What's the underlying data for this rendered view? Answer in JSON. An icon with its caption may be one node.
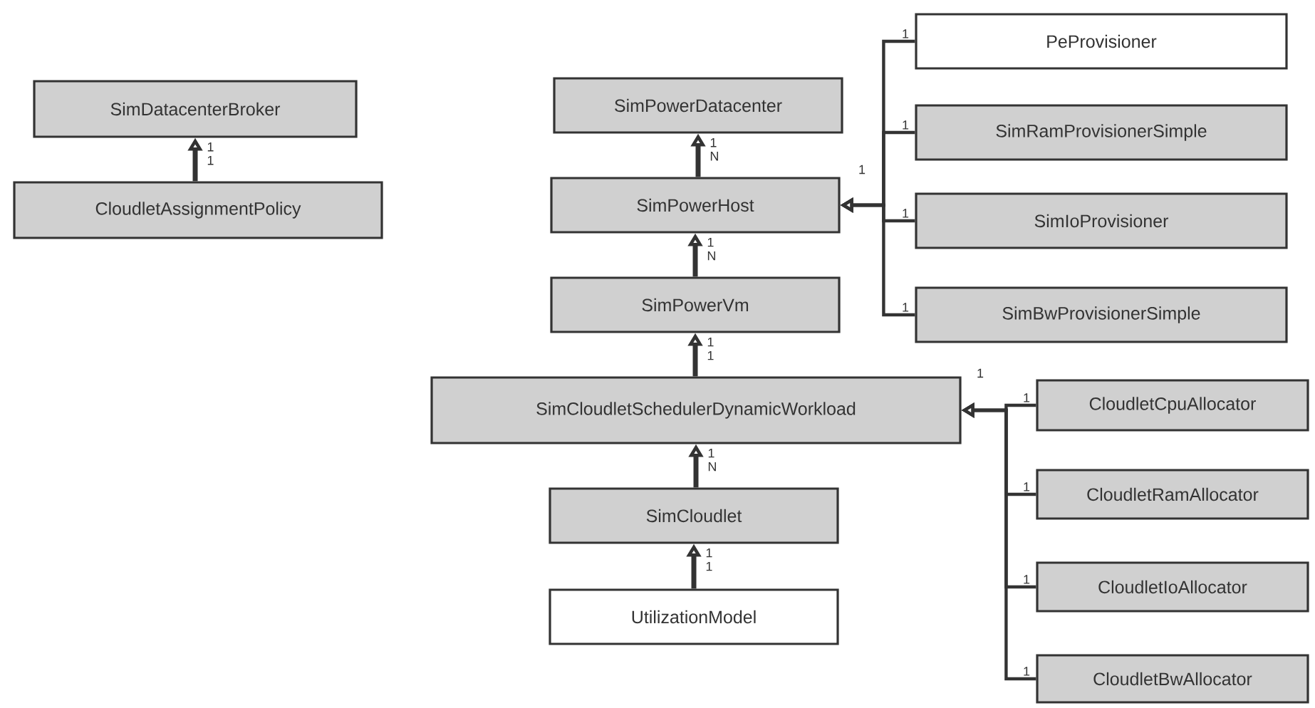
{
  "diagram": {
    "nodes": [
      {
        "text": [
          "SimDatacenterBroker"
        ]
      },
      {
        "text": [
          "CloudletAssignmentPolicy"
        ]
      },
      {
        "text": [
          "SimPowerDatacenter"
        ]
      },
      {
        "text": [
          "SimPowerHost"
        ]
      },
      {
        "text": [
          "SimPowerVm"
        ]
      },
      {
        "text": [
          "SimCloudletSchedulerDynamicWorkload"
        ]
      },
      {
        "text": [
          "SimCloudlet"
        ]
      },
      {
        "text": [
          "UtilizationModel"
        ]
      },
      {
        "text": [
          "PeProvisioner"
        ]
      },
      {
        "text": [
          "SimRamProvisionerSimple"
        ]
      },
      {
        "text": [
          "SimIoProvisioner"
        ]
      },
      {
        "text": [
          "SimBwProvisionerSimple"
        ]
      },
      {
        "text": [
          "CloudletCpuAllocator"
        ]
      },
      {
        "text": [
          "CloudletRamAllocator"
        ]
      },
      {
        "text": [
          "CloudletIoAllocator"
        ]
      },
      {
        "text": [
          "CloudletBwAllocator"
        ]
      }
    ],
    "edges": [
      {
        "from": 1,
        "to": 0,
        "arrow": "to",
        "label": "1 1"
      },
      {
        "from": 3,
        "to": 2,
        "arrow": "to",
        "label": "1 N"
      },
      {
        "from": 4,
        "to": 3,
        "arrow": "to",
        "label": "1 N"
      },
      {
        "from": 5,
        "to": 4,
        "arrow": "to",
        "label": "1 1"
      },
      {
        "from": 6,
        "to": 5,
        "arrow": "to",
        "label": "1 N"
      },
      {
        "from": 7,
        "to": 6,
        "arrow": "to",
        "label": "1 1"
      },
      {
        "from": 8,
        "to": 3,
        "arrow": "to",
        "label": "1"
      },
      {
        "from": 9,
        "to": 3,
        "arrow": "to",
        "label": "1"
      },
      {
        "from": 10,
        "to": 3,
        "arrow": "to",
        "label": "1"
      },
      {
        "from": 11,
        "to": 3,
        "arrow": "to",
        "label": "1"
      },
      {
        "from": 12,
        "to": 5,
        "arrow": "to",
        "label": "1"
      },
      {
        "from": 13,
        "to": 5,
        "arrow": "to",
        "label": "1"
      },
      {
        "from": 14,
        "to": 5,
        "arrow": "to",
        "label": "1"
      },
      {
        "from": 15,
        "to": 5,
        "arrow": "to",
        "label": "1"
      }
    ],
    "labels": [
      "1",
      "1"
    ]
  }
}
